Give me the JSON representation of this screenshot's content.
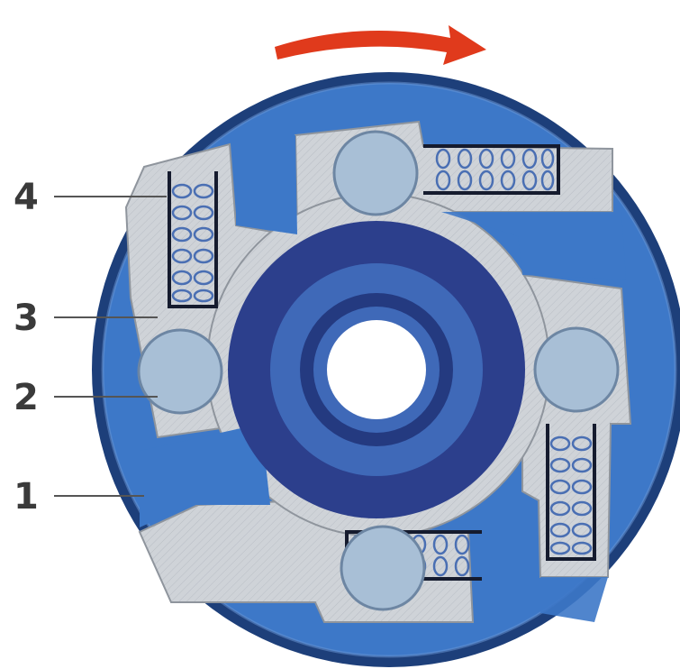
{
  "diagram": {
    "callouts": [
      {
        "id": "c4",
        "label": "4"
      },
      {
        "id": "c3",
        "label": "3"
      },
      {
        "id": "c2",
        "label": "2"
      },
      {
        "id": "c1",
        "label": "1"
      }
    ],
    "rotation_arrow": {
      "direction": "clockwise",
      "color": "#e03a1c"
    },
    "colors": {
      "outer_disc": "#3d78c8",
      "rim": "#1d3f7a",
      "hub_plate": "#cfd3d8",
      "rollers": "#a8bfd6",
      "hub_ring_outer": "#2c3f8c",
      "hub_ring_mid": "#3f69b8",
      "hub_ring_inner": "#243a80",
      "bore": "#ffffff"
    }
  }
}
